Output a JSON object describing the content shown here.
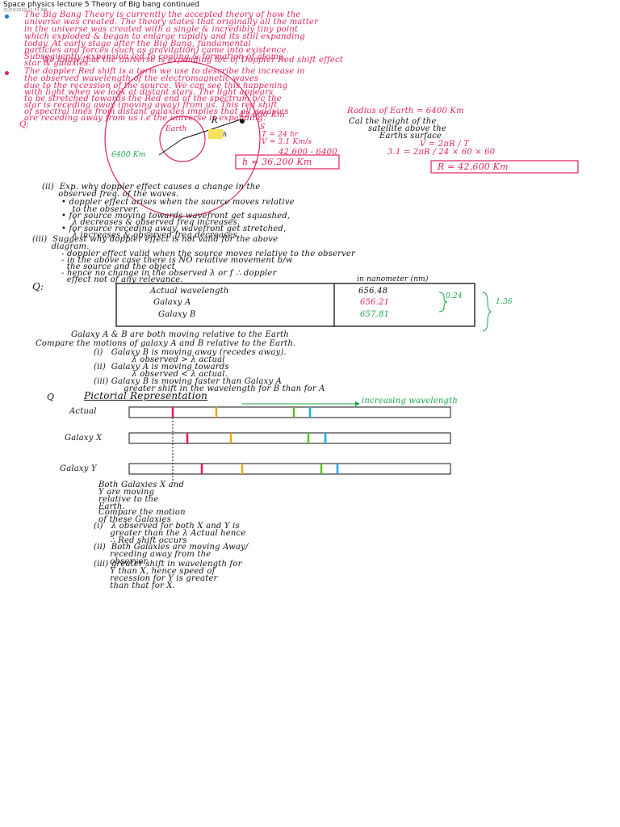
{
  "header": {
    "title": "Space physics lecture 5 Theory of Big bang continued",
    "subtitle": "31/03/2023   11:51 AM"
  },
  "notes": {
    "bigbang": [
      "The Big Bang Theory is currently the accepted theory of how the",
      "universe was created. The theory states that originally all the matter",
      "in the universe was created with a single & incredibly tiny point",
      "which exploded & began to enlarge rapidly and its still expanding",
      "today. At early stage after the Big Bang, fundamental",
      "particles and forces (such as gravitation) came into existence.",
      "Subsequently, expansion led to cooling & formation of atoms,",
      "star & galaxies."
    ],
    "expanding": "We know that the universe is expanding b/c of Doppler Red shift effect",
    "redshift": [
      "The doppler Red shift is a term we use to describe the increase in",
      "the observed wavelength of the electromagnetic waves",
      "due to the recession of the source. We can see this happening",
      "with light when we look at distant stars. The light appears",
      "to be stretched towards the Red end of the spectrum b/c the",
      "star is receding away (moving away) from us. This red shift",
      "of spectral lines from distant galaxies implies that all galaxies",
      "are receding away from us i.e the universe is expanding."
    ]
  },
  "satellite": {
    "q_label": "Q:",
    "r_top": "42,600 Km",
    "radius_label": "Radius of Earth = 6400 Km",
    "earth": "Earth",
    "R_label": "R",
    "h_label": "h",
    "s_label": "S",
    "T_val": "T = 24 hr",
    "V_val": "V = 3.1 Km/s",
    "ground_radius": "6400 Km",
    "question": [
      "Cal the height of the",
      "satellite above the",
      "Earths surface"
    ],
    "formula": "V = 2πR / T",
    "calc1": "42,600 - 6400",
    "calc2": "3.1 = 2πR / 24 × 60 × 60",
    "answer_h": "h = 36,200 Km",
    "answer_R": "R = 42,600 Km"
  },
  "doppler": {
    "q2": [
      "(ii)  Exp. why doppler effect causes a change in the",
      "      observed freq. of the waves."
    ],
    "points": [
      "• doppler effect arises when the source moves relative",
      "    to the observer.",
      "• for source moving towards wavefront get squashed,",
      "    λ decreases & observed freq increases.",
      "• for source receding away, wavefront get stretched,",
      "    λ increases & observed freq decreases."
    ],
    "q3": [
      "(iii)  Suggest why doppler effect is not valid for the above",
      "       diagram."
    ],
    "points2": [
      "- doppler effect valid when the source moves relative to the observer",
      "- in the above case there is NO relative movement b/w",
      "  the source and the object",
      "- hence no change in the observed λ or f ∴ doppler",
      "  effect not of any relevance."
    ]
  },
  "table": {
    "q_label": "Q:",
    "unit": "in nanometer (nm)",
    "rows": [
      {
        "label": "Actual wavelength",
        "value": "656.48"
      },
      {
        "label": "Galaxy A",
        "value": "656.21"
      },
      {
        "label": "Galaxy B",
        "value": "657.81"
      }
    ],
    "diff1": "0.24",
    "diff2": "1.36",
    "statement": [
      "Galaxy A & B are both moving relative to the Earth",
      "Compare the motions of galaxy A and B relative to the Earth."
    ],
    "answers": [
      "(i)   Galaxy B is moving away (recedes away).",
      "              λ observed > λ actual",
      "(ii)  Galaxy A is moving towards",
      "              λ observed < λ actual.",
      "(iii) Galaxy B is moving faster than Galaxy A",
      "           greater shift in the wavelength for B than for A"
    ]
  },
  "pictorial": {
    "q_label": "Q",
    "title": "Pictorial Representation",
    "increasing": "increasing wavelength",
    "rows": [
      "Actual",
      "Galaxy X",
      "Galaxy Y"
    ],
    "notes": [
      "Both Galaxies X and",
      "Y are moving",
      "relative to the",
      "Earth.",
      "",
      "Compare the motion",
      "of these Galaxies"
    ],
    "answers": [
      "(i)   λ observed for both X and Y is",
      "      greater than the λ Actual hence",
      "      ∴ Red shift occurs",
      "(ii)  Both Galaxies are moving Away/",
      "      receding away from the",
      "      observer",
      "(iii) greater shift in wavelength for",
      "      Y than X, hence speed of",
      "      recession for Y is greater",
      "      than that for X."
    ]
  },
  "colors": {
    "red_ink": "#e0235c",
    "black_ink": "#111111",
    "green_ink": "#1aa64a",
    "line_red": "#e8185c",
    "line_orange": "#f2a60d",
    "line_green": "#5cc020",
    "line_blue": "#1ea8e8"
  }
}
